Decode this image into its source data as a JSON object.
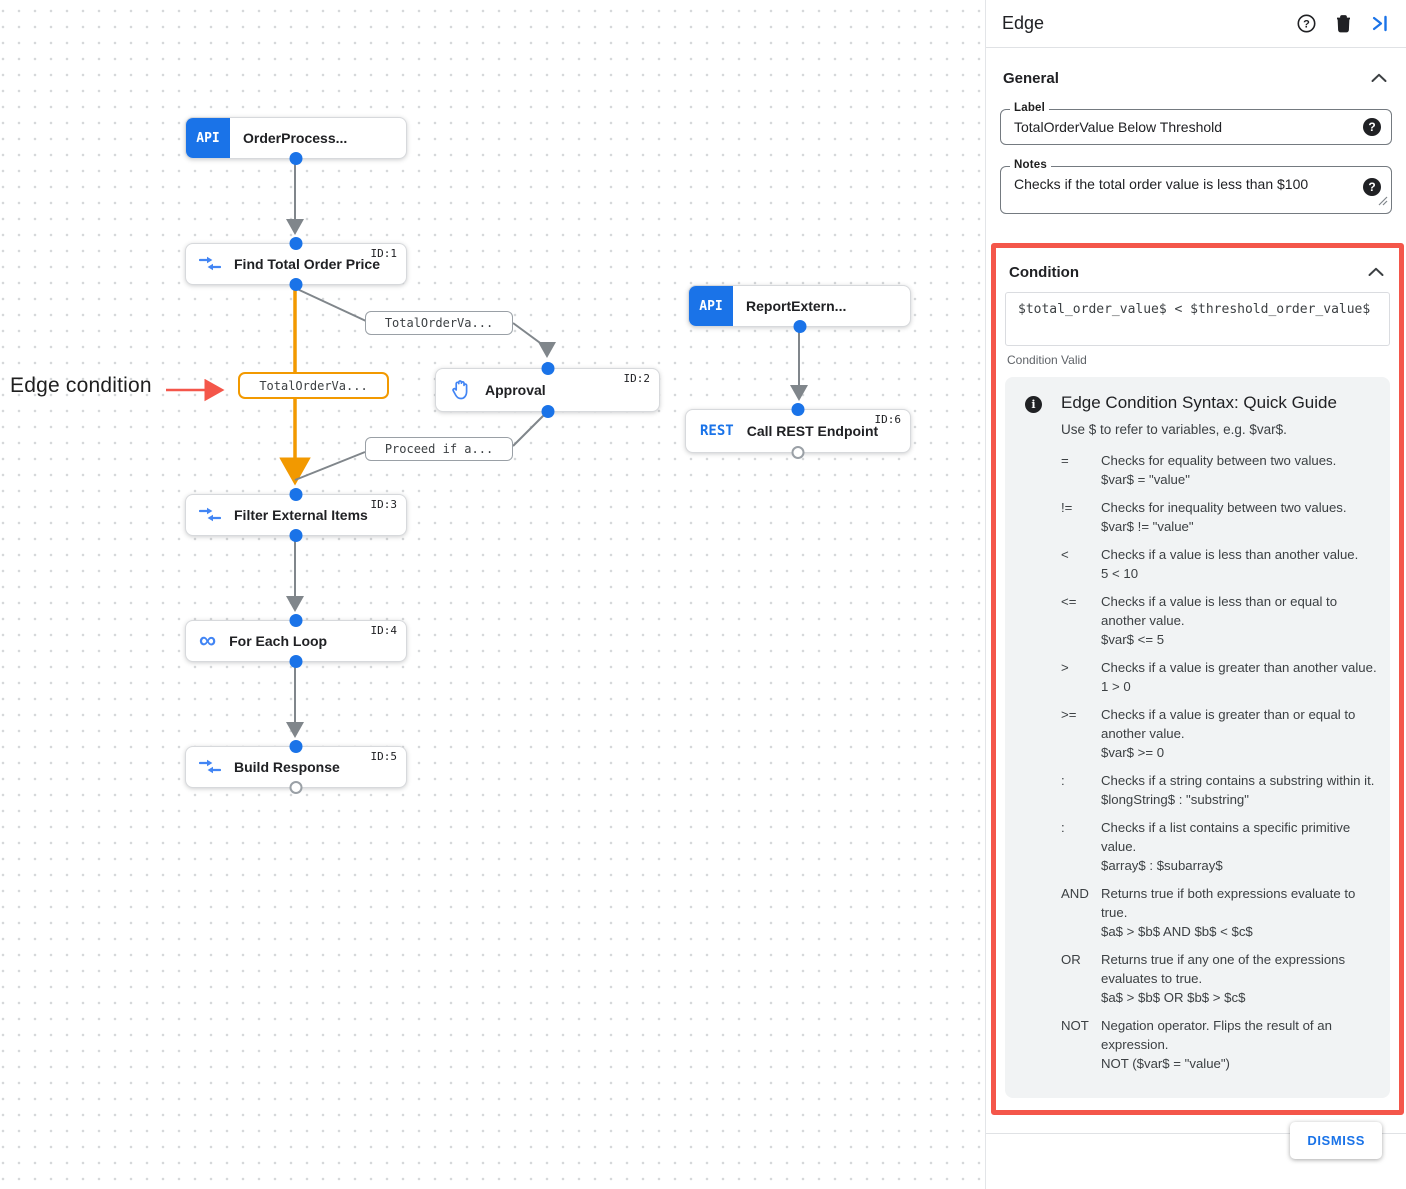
{
  "colors": {
    "accent_blue": "#1a73e8",
    "icon_blue": "#4285f4",
    "edge_orange": "#f29900",
    "edge_gray": "#80868b",
    "highlight_red": "#f4564a",
    "guide_bg": "#f1f3f4"
  },
  "canvas": {
    "annotation": {
      "text": "Edge condition"
    },
    "nodes": [
      {
        "label": "OrderProcess...",
        "badge": "API",
        "id_label": ""
      },
      {
        "label": "Find Total Order Price",
        "id_label": "ID:1"
      },
      {
        "label": "Approval",
        "id_label": "ID:2"
      },
      {
        "label": "ReportExtern...",
        "badge": "API",
        "id_label": ""
      },
      {
        "label": "Call REST Endpoint",
        "badge": "REST",
        "id_label": "ID:6"
      },
      {
        "label": "Filter External Items",
        "id_label": "ID:3"
      },
      {
        "label": "For Each Loop",
        "id_label": "ID:4",
        "glyph": "∞"
      },
      {
        "label": "Build Response",
        "id_label": "ID:5"
      }
    ],
    "edge_labels": [
      {
        "text": "TotalOrderVa..."
      },
      {
        "text": "TotalOrderVa..."
      },
      {
        "text": "Proceed if a..."
      }
    ]
  },
  "panel": {
    "title": "Edge",
    "icons": {
      "help_glyph": "?",
      "question_badge": "?",
      "info_glyph": "i"
    },
    "general": {
      "heading": "General",
      "label_label": "Label",
      "label_value": "TotalOrderValue Below Threshold",
      "notes_label": "Notes",
      "notes_value": "Checks if the total order value is less than $100"
    },
    "condition": {
      "heading": "Condition",
      "expression": "$total_order_value$ < $threshold_order_value$",
      "status": "Condition Valid",
      "guide": {
        "title": "Edge Condition Syntax: Quick Guide",
        "intro": "Use $ to refer to variables, e.g. $var$.",
        "rows": [
          {
            "op": "=",
            "desc": "Checks for equality between two values.",
            "example": "$var$ = \"value\""
          },
          {
            "op": "!=",
            "desc": "Checks for inequality between two values.",
            "example": "$var$ != \"value\""
          },
          {
            "op": "<",
            "desc": "Checks if a value is less than another value.",
            "example": "5 < 10"
          },
          {
            "op": "<=",
            "desc": "Checks if a value is less than or equal to another value.",
            "example": "$var$ <= 5"
          },
          {
            "op": ">",
            "desc": "Checks if a value is greater than another value.",
            "example": "1 > 0"
          },
          {
            "op": ">=",
            "desc": "Checks if a value is greater than or equal to another value.",
            "example": "$var$ >= 0"
          },
          {
            "op": ":",
            "desc": "Checks if a string contains a substring within it.",
            "example": "$longString$ : \"substring\""
          },
          {
            "op": ":",
            "desc": "Checks if a list contains a specific primitive value.",
            "example": "$array$ : $subarray$"
          },
          {
            "op": "AND",
            "desc": "Returns true if both expressions evaluate to true.",
            "example": "$a$ > $b$ AND $b$ < $c$"
          },
          {
            "op": "OR",
            "desc": "Returns true if any one of the expressions evaluates to true.",
            "example": "$a$ > $b$ OR $b$ > $c$"
          },
          {
            "op": "NOT",
            "desc": "Negation operator. Flips the result of an expression.",
            "example": "NOT ($var$ = \"value\")"
          }
        ]
      }
    },
    "dismiss_label": "DISMISS"
  }
}
